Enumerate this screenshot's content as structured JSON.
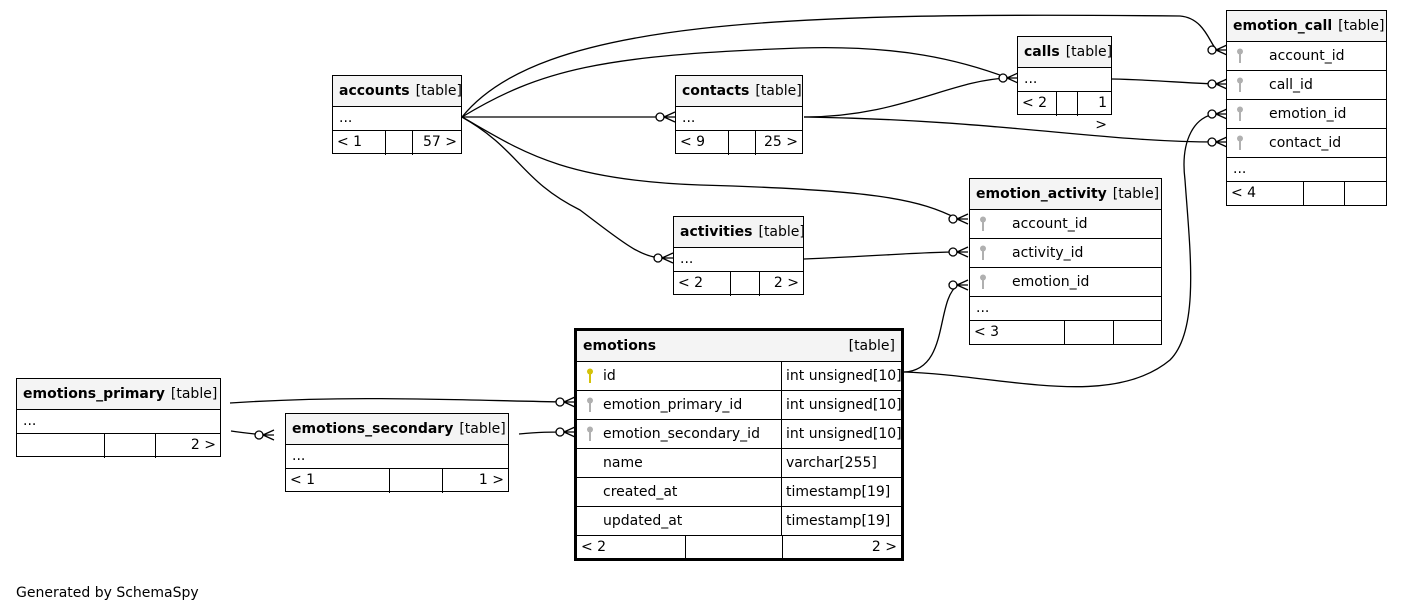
{
  "tables": {
    "accounts": {
      "name": "accounts",
      "kind": "[table]",
      "ellipsis": "...",
      "parents": "< 1",
      "children": "57 >"
    },
    "contacts": {
      "name": "contacts",
      "kind": "[table]",
      "ellipsis": "...",
      "parents": "< 9",
      "children": "25 >"
    },
    "calls": {
      "name": "calls",
      "kind": "[table]",
      "ellipsis": "...",
      "parents": "< 2",
      "children": "1 >"
    },
    "activities": {
      "name": "activities",
      "kind": "[table]",
      "ellipsis": "...",
      "parents": "< 2",
      "children": "2 >"
    },
    "emotion_call": {
      "name": "emotion_call",
      "kind": "[table]",
      "columns": [
        "account_id",
        "call_id",
        "emotion_id",
        "contact_id"
      ],
      "ellipsis": "...",
      "parents": "< 4",
      "children": ""
    },
    "emotion_activity": {
      "name": "emotion_activity",
      "kind": "[table]",
      "columns": [
        "account_id",
        "activity_id",
        "emotion_id"
      ],
      "ellipsis": "...",
      "parents": "< 3",
      "children": ""
    },
    "emotions": {
      "name": "emotions",
      "kind": "[table]",
      "columns": [
        {
          "name": "id",
          "type": "int unsigned[10]",
          "key": "primary"
        },
        {
          "name": "emotion_primary_id",
          "type": "int unsigned[10]",
          "key": "foreign"
        },
        {
          "name": "emotion_secondary_id",
          "type": "int unsigned[10]",
          "key": "foreign"
        },
        {
          "name": "name",
          "type": "varchar[255]",
          "key": ""
        },
        {
          "name": "created_at",
          "type": "timestamp[19]",
          "key": ""
        },
        {
          "name": "updated_at",
          "type": "timestamp[19]",
          "key": ""
        }
      ],
      "parents": "< 2",
      "children": "2 >"
    },
    "emotions_primary": {
      "name": "emotions_primary",
      "kind": "[table]",
      "ellipsis": "...",
      "parents": "",
      "children": "2 >"
    },
    "emotions_secondary": {
      "name": "emotions_secondary",
      "kind": "[table]",
      "ellipsis": "...",
      "parents": "< 1",
      "children": "1 >"
    }
  },
  "colors": {
    "primary_key": "#d4c20a",
    "foreign_key": "#b0b0b0",
    "header_bg": "#f4f4f4",
    "line": "#000000"
  },
  "footer_text": "Generated by SchemaSpy"
}
